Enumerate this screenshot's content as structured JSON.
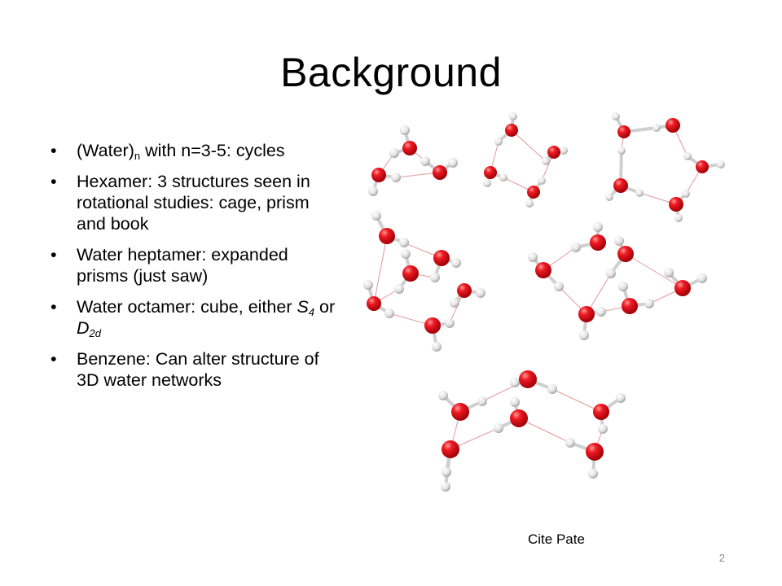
{
  "slide": {
    "title": "Background",
    "bullets": [
      {
        "pre": "(Water)",
        "sub": "n",
        "post": " with n=3-5: cycles"
      },
      {
        "text": "Hexamer: 3 structures seen in rotational studies: cage, prism and book"
      },
      {
        "text": "Water heptamer: expanded prisms (just saw)"
      },
      {
        "pre": "Water octamer: cube, either ",
        "s4": "S",
        "s4sub": "4",
        "mid": " or ",
        "d2d": "D",
        "d2dsub": "2d"
      },
      {
        "text": "Benzene: Can alter structure of 3D water networks"
      }
    ],
    "citation": "Cite Pate",
    "page_number": "2"
  },
  "colors": {
    "oxygen": "#e8101a",
    "hydrogen": "#f2f2f2",
    "bond": "#e39a9a"
  }
}
